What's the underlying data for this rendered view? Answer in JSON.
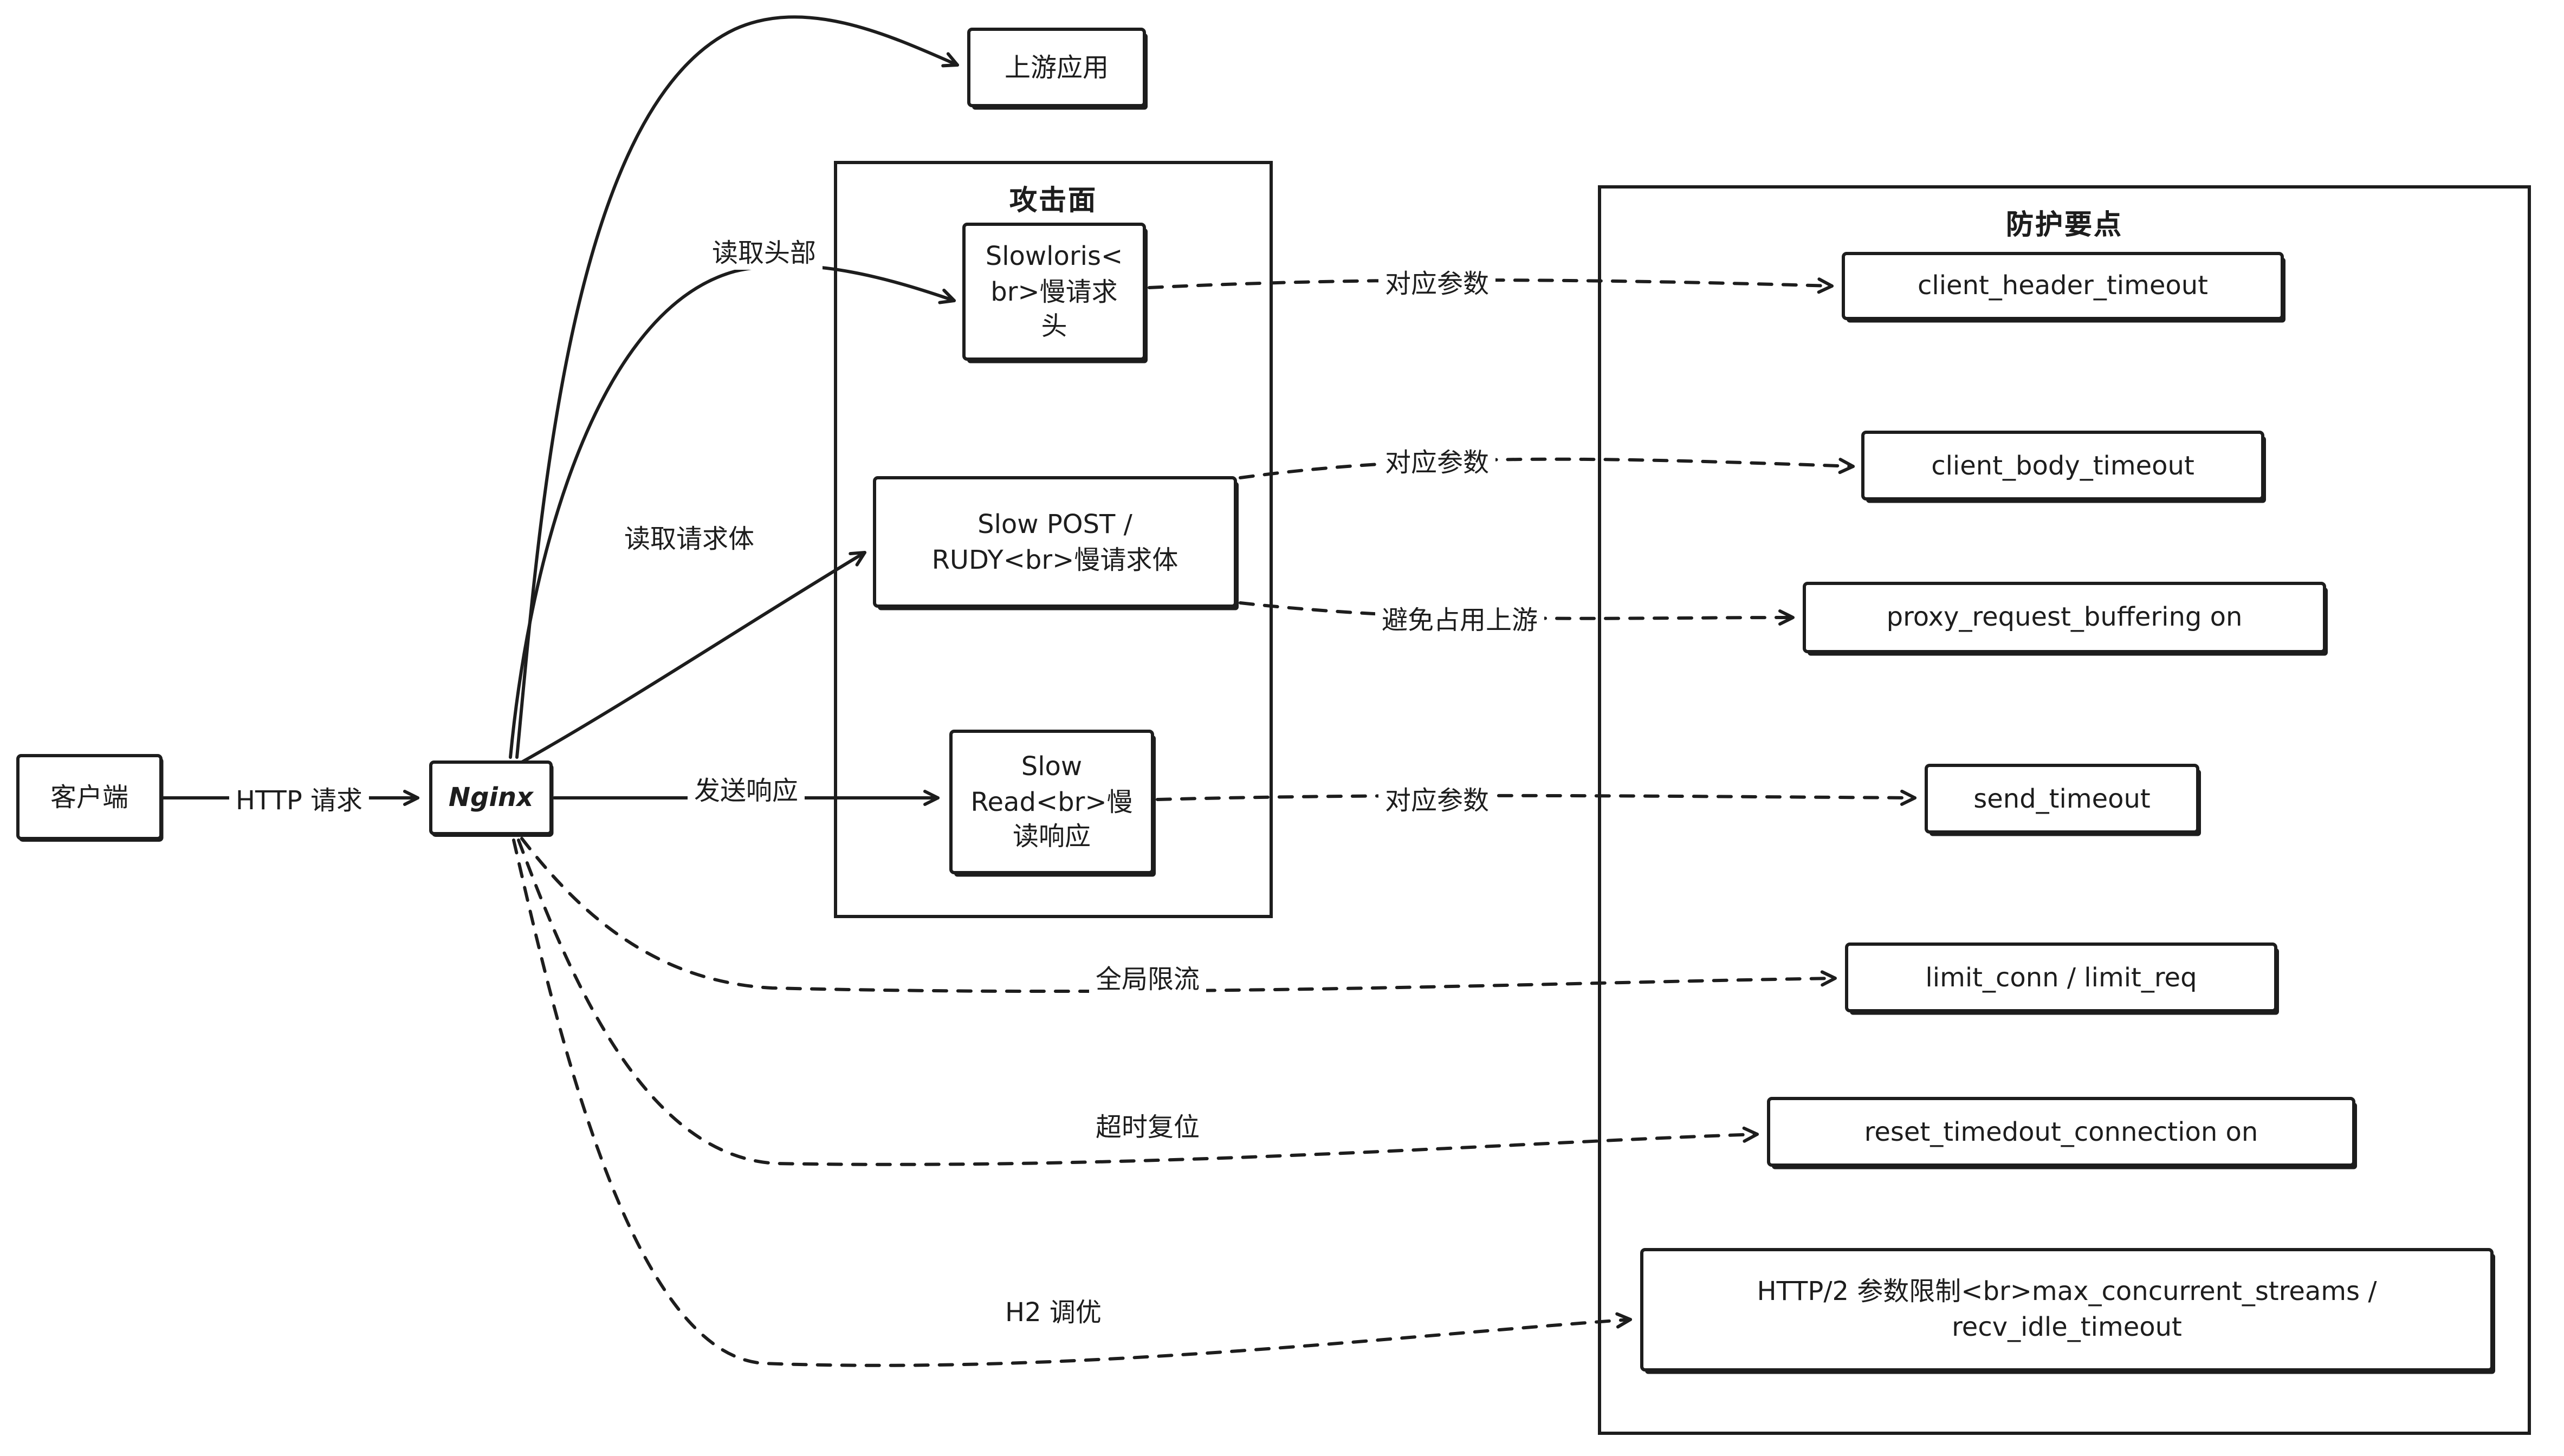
{
  "diagram": {
    "groups": {
      "attack": {
        "title": "攻击面"
      },
      "defense": {
        "title": "防护要点"
      }
    },
    "nodes": {
      "client": "客户端",
      "nginx": "Nginx",
      "upstream": "上游应用",
      "slowloris": "Slowloris<\nbr>慢请求\n头",
      "slow_post": "Slow POST /\nRUDY<br>慢请求体",
      "slow_read": "Slow\nRead<br>慢\n读响应",
      "client_header_timeout": "client_header_timeout",
      "client_body_timeout": "client_body_timeout",
      "proxy_request_buffering": "proxy_request_buffering on",
      "send_timeout": "send_timeout",
      "limit_conn": "limit_conn / limit_req",
      "reset_timedout": "reset_timedout_connection on",
      "http2_tuning": "HTTP/2 参数限制<br>max_concurrent_streams /\nrecv_idle_timeout"
    },
    "edge_labels": {
      "http_request": "HTTP 请求",
      "read_header": "读取头部",
      "read_body": "读取请求体",
      "send_response": "发送响应",
      "header_param": "对应参数",
      "body_param": "对应参数",
      "avoid_upstream": "避免占用上游",
      "read_param": "对应参数",
      "global_limit": "全局限流",
      "timeout_reset": "超时复位",
      "h2_tuning": "H2 调优"
    },
    "colors": {
      "stroke": "#1d1d1d",
      "background": "#ffffff"
    }
  }
}
